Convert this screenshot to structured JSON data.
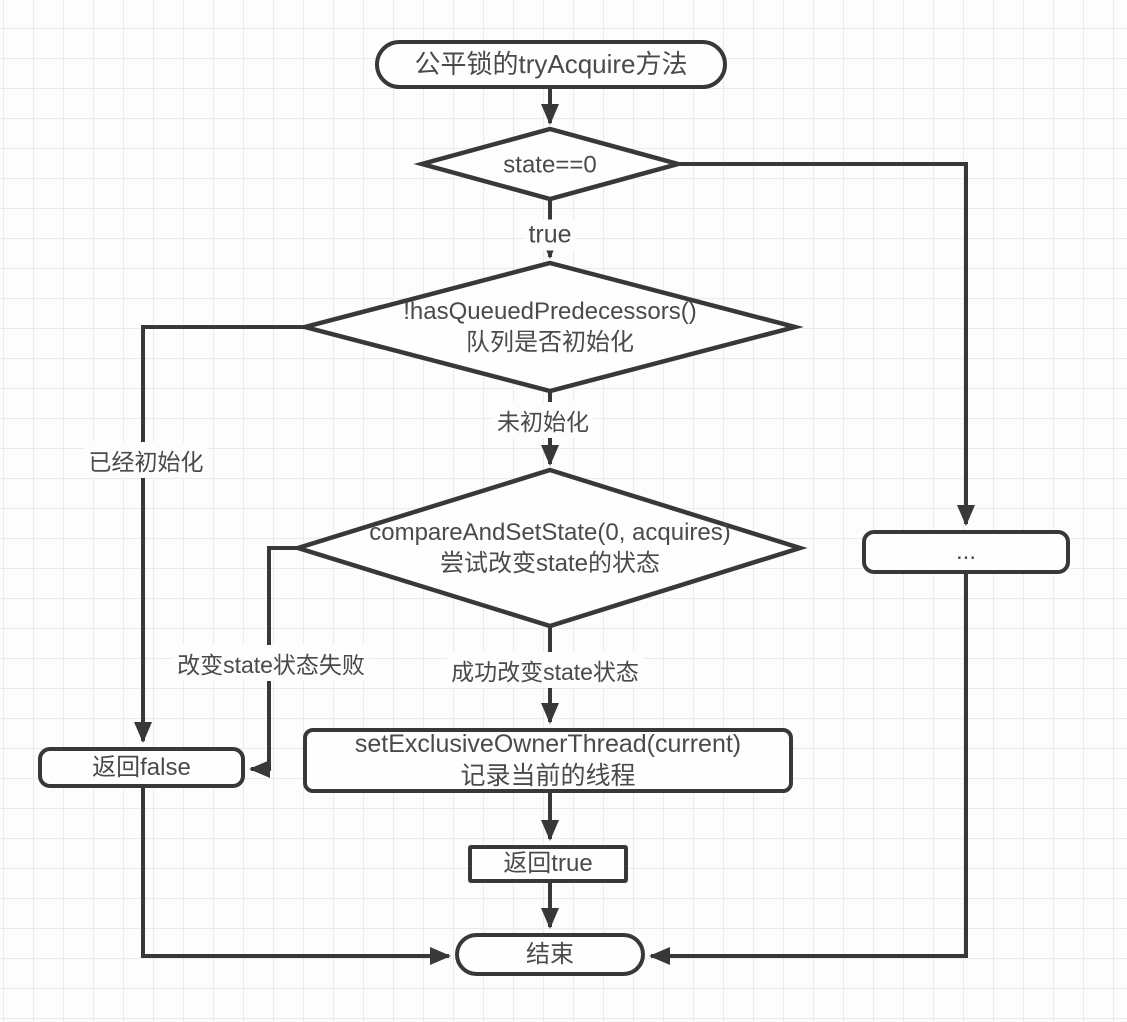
{
  "nodes": {
    "start": {
      "label": "公平锁的tryAcquire方法"
    },
    "decision_state": {
      "label": "state==0"
    },
    "decision_queue": {
      "line1": "!hasQueuedPredecessors()",
      "line2": "队列是否初始化"
    },
    "decision_cas": {
      "line1": "compareAndSetState(0, acquires)",
      "line2": "尝试改变state的状态"
    },
    "set_owner": {
      "line1": "setExclusiveOwnerThread(current)",
      "line2": "记录当前的线程"
    },
    "return_false": {
      "label": "返回false"
    },
    "return_true": {
      "label": "返回true"
    },
    "ellipsis": {
      "label": "..."
    },
    "end": {
      "label": "结束"
    }
  },
  "edge_labels": {
    "state_true": "true",
    "queue_not_initialized": "未初始化",
    "queue_initialized": "已经初始化",
    "cas_failed": "改变state状态失败",
    "cas_succeeded": "成功改变state状态"
  },
  "colors": {
    "stroke": "#383838",
    "text": "#4a4a4a",
    "grid": "#ebebeb",
    "background": "#fdfdfd"
  }
}
